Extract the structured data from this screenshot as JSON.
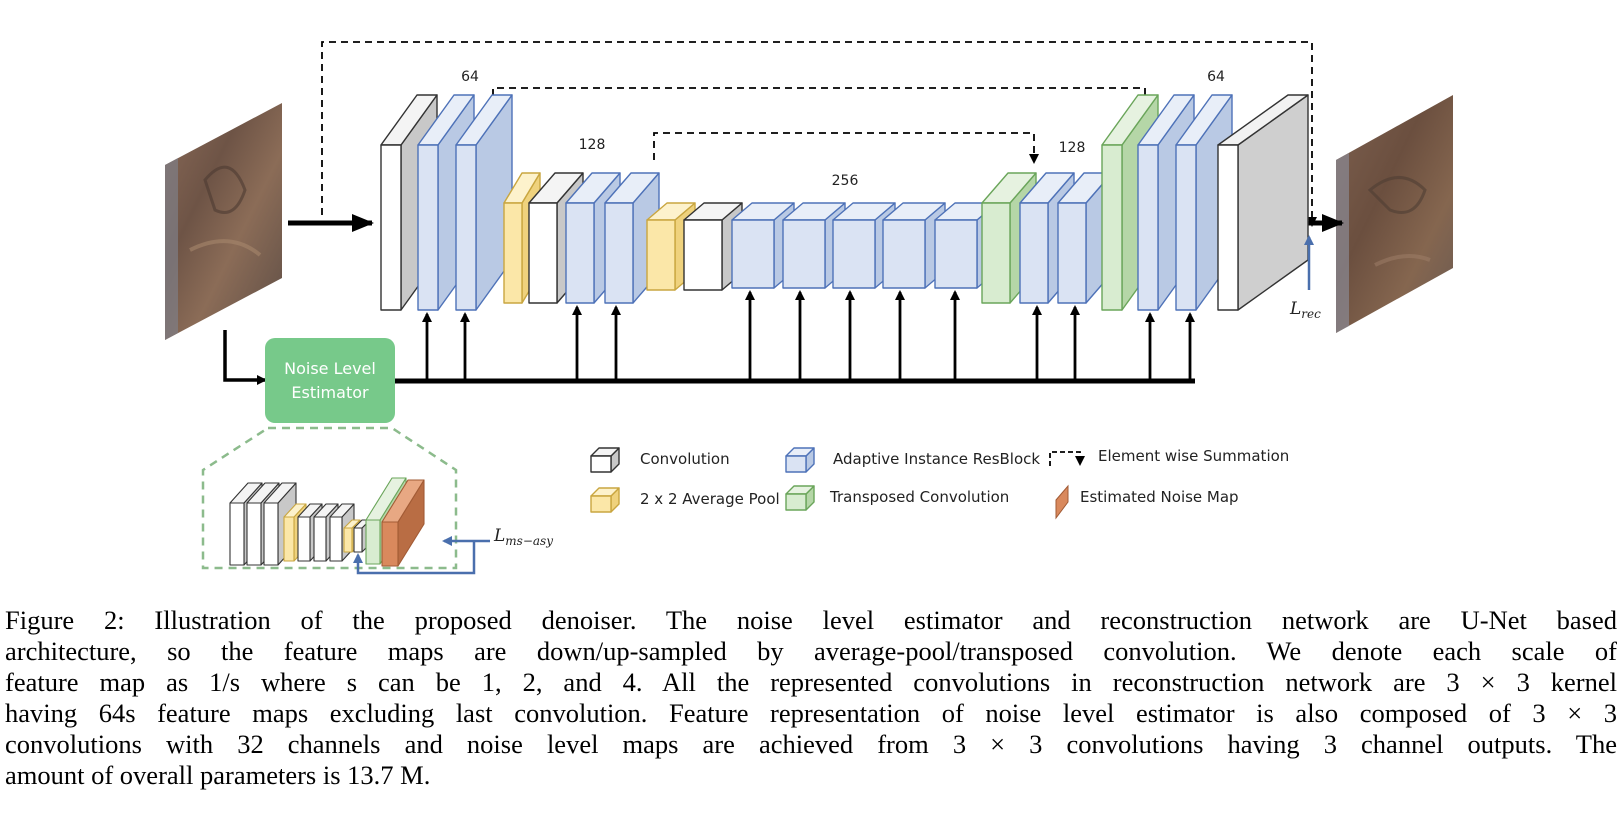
{
  "figure": {
    "channel_labels": [
      "64",
      "128",
      "256",
      "128",
      "64"
    ],
    "noise_estimator_label_line1": "Noise Level",
    "noise_estimator_label_line2": "Estimator",
    "loss_rec": {
      "base": "L",
      "sub": "rec"
    },
    "loss_ms_asy": {
      "base": "L",
      "sub": "ms−asy"
    },
    "legend": {
      "convolution": "Convolution",
      "avg_pool": "2 x 2 Average Pool",
      "adain_resblock": "Adaptive Instance ResBlock",
      "transposed_conv": "Transposed Convolution",
      "element_sum": "Element wise Summation",
      "noise_map": "Estimated Noise Map"
    },
    "colors": {
      "conv": "#ffffff",
      "pool": "#fbe7a8",
      "resblock": "#dae3f3",
      "transposed": "#d8ecd0",
      "noise_map": "#d9895d",
      "estimator": "#77c98a",
      "loss_arrow": "#4a6fad"
    }
  },
  "caption": {
    "lines": [
      "Figure 2: Illustration of the proposed denoiser.  The noise level estimator and reconstruction network are U-Net based",
      "architecture, so the feature maps are down/up-sampled by average-pool/transposed convolution.  We denote each scale of",
      "feature map as 1/s where s can be 1, 2, and 4.  All the represented convolutions in reconstruction network are 3 × 3 kernel",
      "having 64s feature maps excluding last convolution. Feature representation of noise level estimator is also composed of 3 × 3",
      "convolutions with 32 channels and noise level maps are achieved from 3 × 3 convolutions having 3 channel outputs.  The",
      "amount of overall parameters is 13.7 M."
    ]
  }
}
